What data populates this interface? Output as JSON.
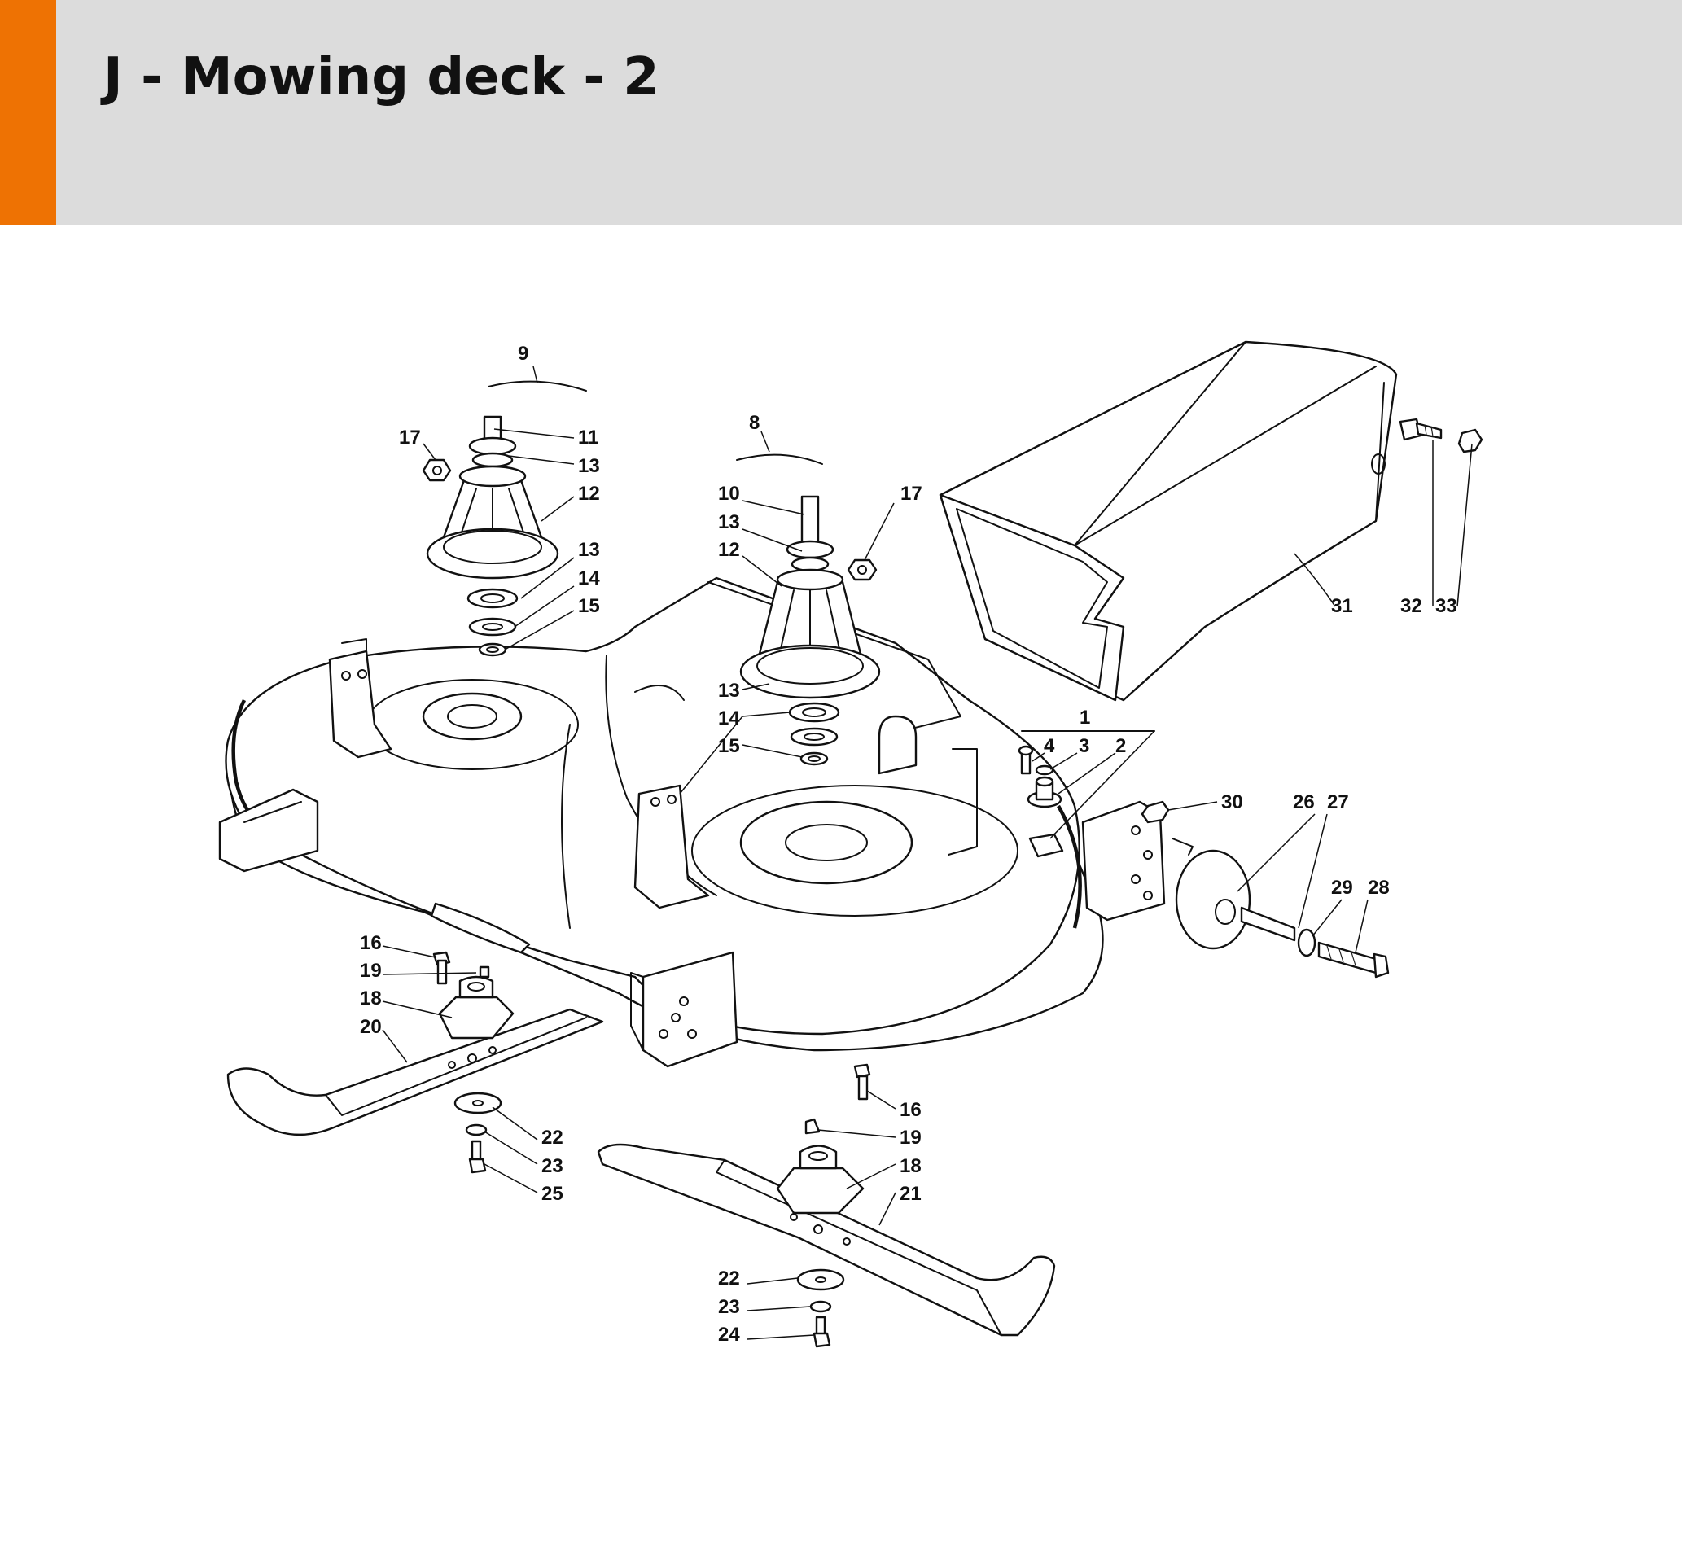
{
  "header": {
    "title": "J - Mowing deck - 2",
    "accent_color": "#ee7203",
    "band_color": "#dcdcdc"
  },
  "callouts": {
    "c1": "1",
    "c2": "2",
    "c3": "3",
    "c4": "4",
    "c8": "8",
    "c9": "9",
    "c10": "10",
    "c11": "11",
    "c12a": "12",
    "c12b": "12",
    "c13a": "13",
    "c13b": "13",
    "c13c": "13",
    "c13d": "13",
    "c14a": "14",
    "c14b": "14",
    "c15a": "15",
    "c15b": "15",
    "c16a": "16",
    "c16b": "16",
    "c17a": "17",
    "c17b": "17",
    "c18a": "18",
    "c18b": "18",
    "c19a": "19",
    "c19b": "19",
    "c20": "20",
    "c21": "21",
    "c22a": "22",
    "c22b": "22",
    "c23a": "23",
    "c23b": "23",
    "c24": "24",
    "c25": "25",
    "c26": "26",
    "c27": "27",
    "c28": "28",
    "c29": "29",
    "c30": "30",
    "c31": "31",
    "c32": "32",
    "c33": "33"
  }
}
